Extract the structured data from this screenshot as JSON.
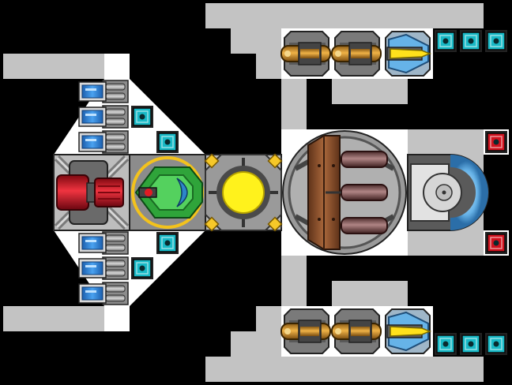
{
  "scene": {
    "view": "ship-builder",
    "background": "#000000",
    "hull_color": "#c3c3c3",
    "floor_color": "#ffffff",
    "outline_color": "#1a1a1a"
  },
  "palette": {
    "blue_cell": "#2f7fd9",
    "cyan_chip": "#18b9c6",
    "red_chip": "#d0121e",
    "green_module": "#2fa43a",
    "yellow_core": "#fff21c",
    "bronze": "#c88a2b",
    "yellow_accent": "#f6c829",
    "turret_blue": "#66b3e8",
    "crate_brown": "#8a4f2c"
  },
  "modules": [
    {
      "name": "engine-red",
      "icon": "red-thruster-icon",
      "interactable": true
    },
    {
      "name": "cockpit-green",
      "icon": "green-command-pod-icon",
      "interactable": true
    },
    {
      "name": "reactor-core",
      "icon": "yellow-reactor-icon",
      "interactable": true
    },
    {
      "name": "cargo-hub",
      "icon": "cargo-bay-icon",
      "interactable": true
    },
    {
      "name": "dome-turret",
      "icon": "dome-turret-icon",
      "interactable": true
    },
    {
      "name": "battery-cells",
      "icon": "blue-battery-icon",
      "count": 6
    },
    {
      "name": "shield-chips",
      "icon": "cyan-chip-icon",
      "count": 10
    },
    {
      "name": "alert-chips",
      "icon": "red-chip-icon",
      "count": 2
    },
    {
      "name": "cannon-guns",
      "icon": "bronze-cannon-icon",
      "count": 4
    },
    {
      "name": "laser-guns",
      "icon": "laser-cannon-icon",
      "count": 2
    }
  ]
}
